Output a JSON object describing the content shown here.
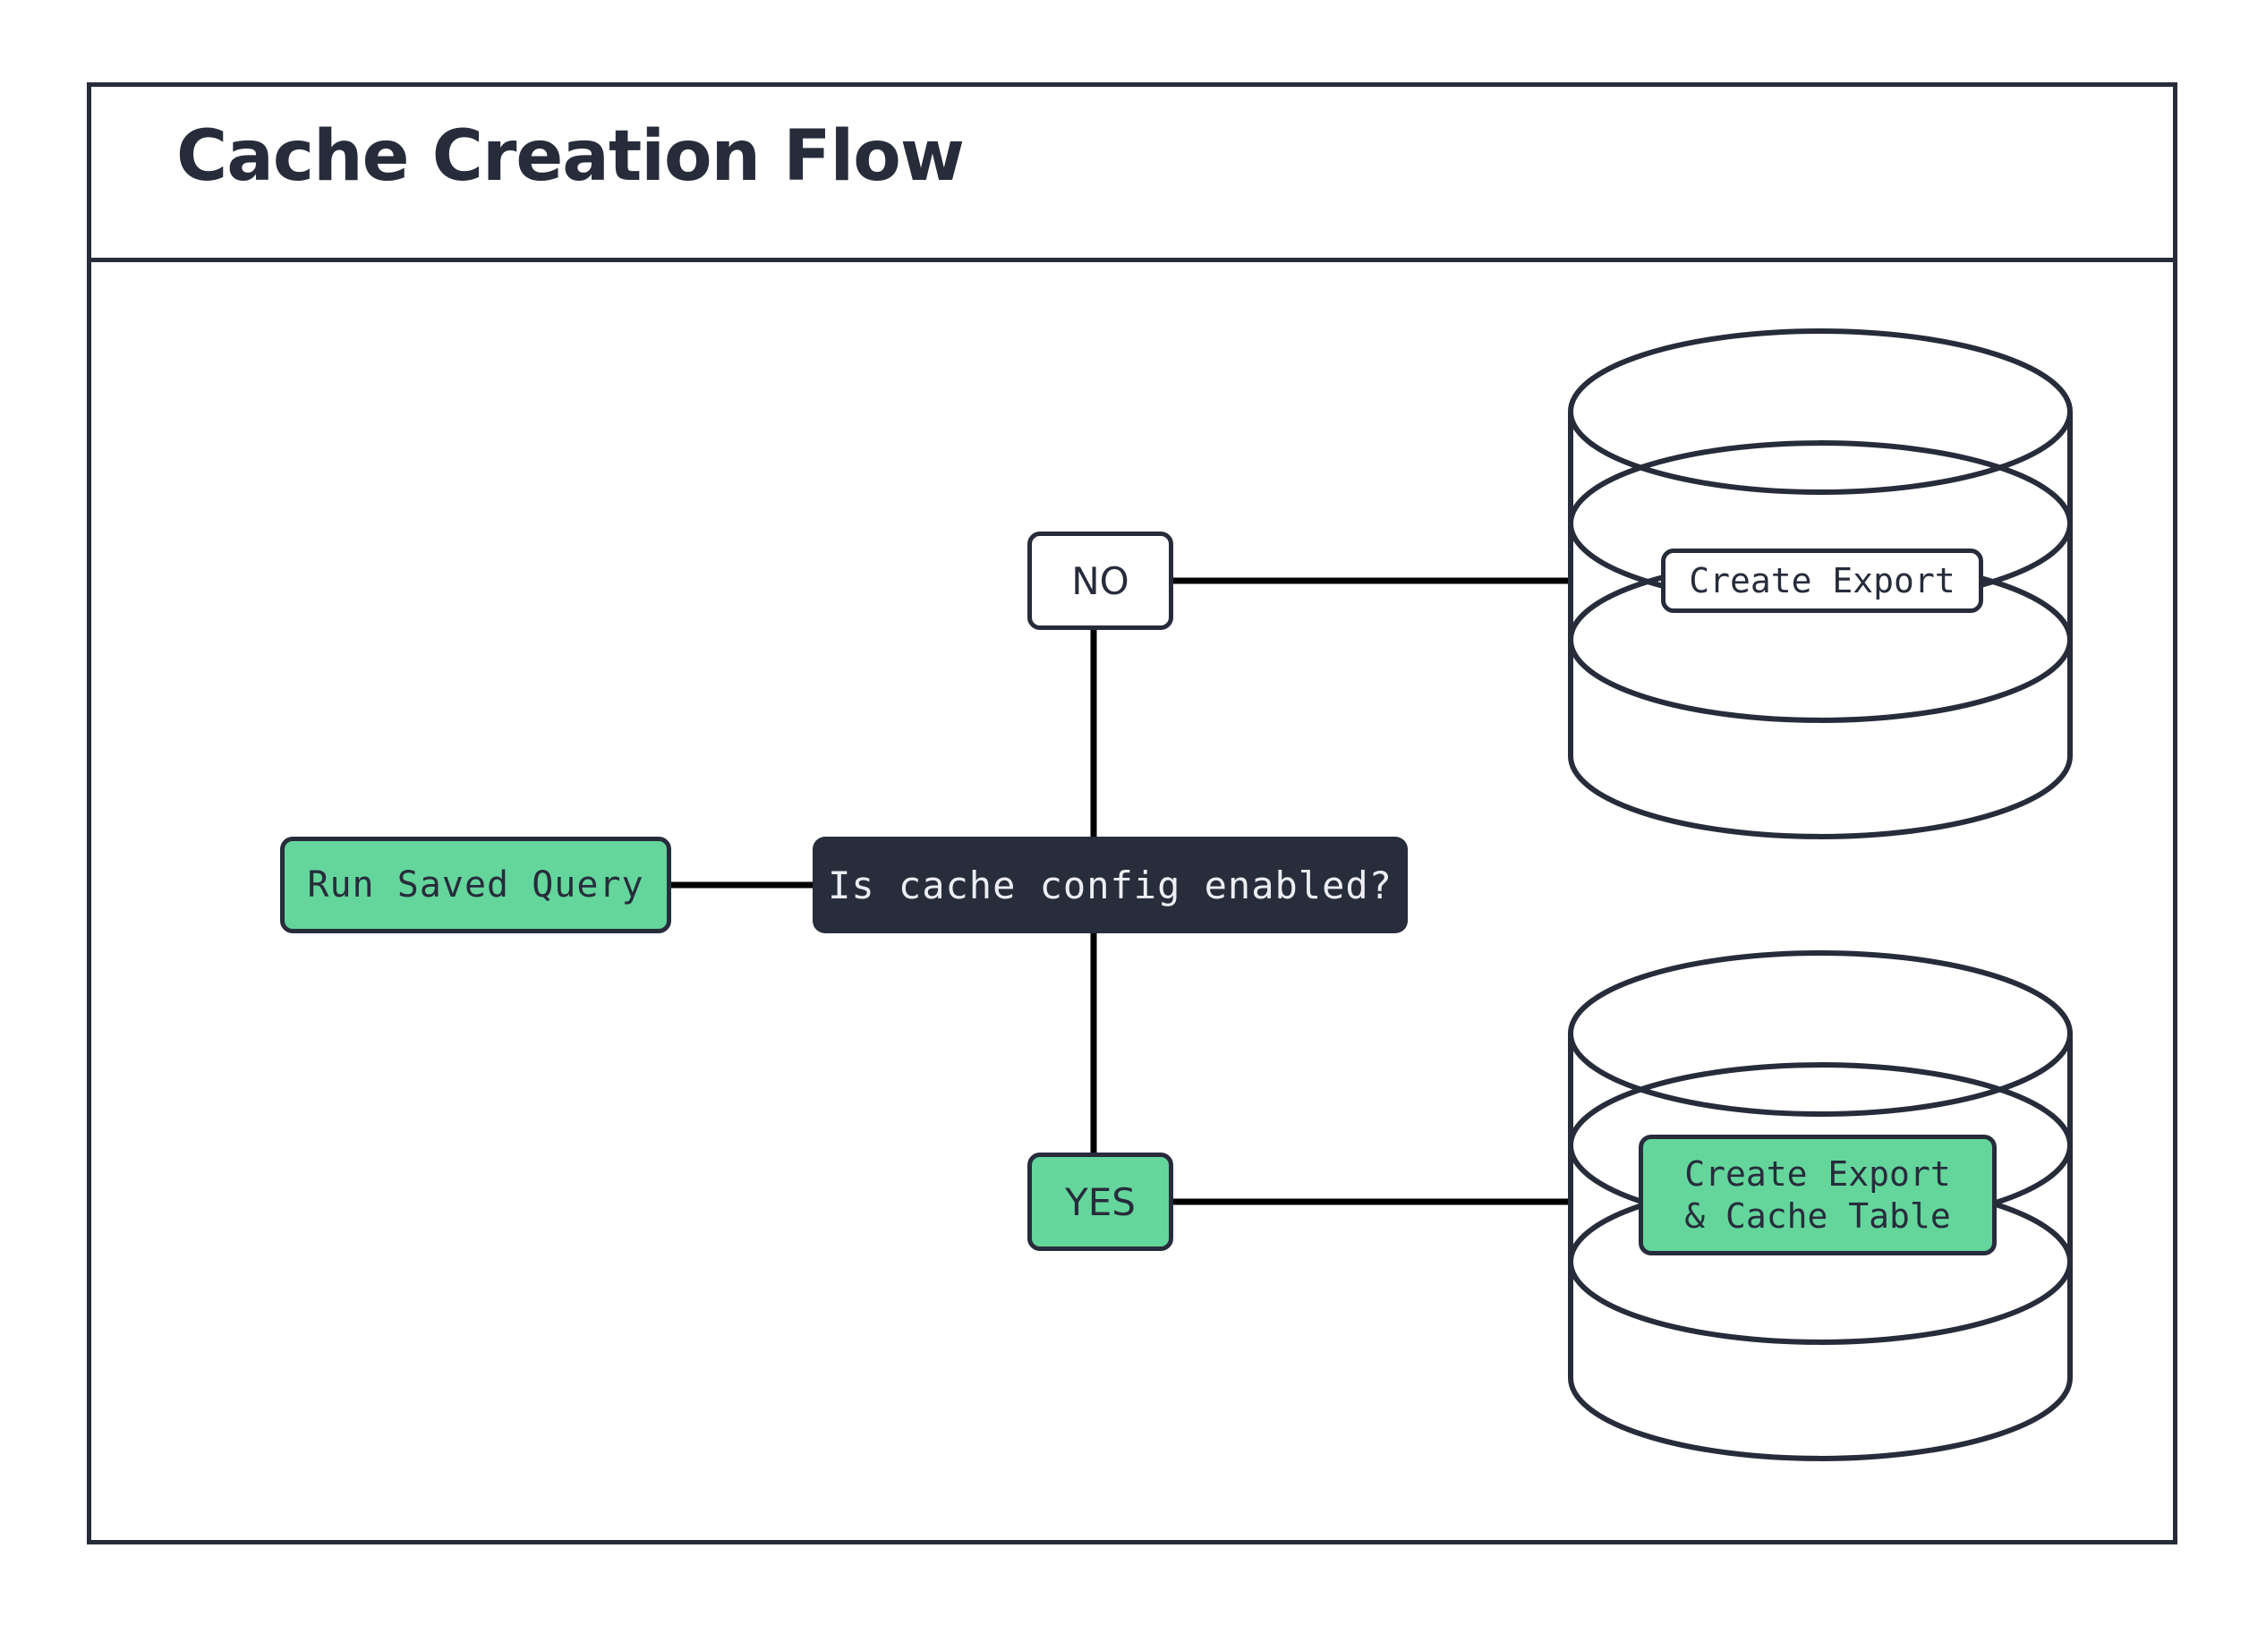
{
  "page": {
    "background": "#ffffff",
    "frame_border_color": "#272c3b",
    "accent_green": "#64d69c",
    "dark_navy": "#282d3c",
    "connector_color": "#000000"
  },
  "header": {
    "title": "Cache Creation Flow"
  },
  "diagram": {
    "type": "flowchart",
    "nodes": [
      {
        "id": "run-saved-query",
        "label": "Run Saved Query",
        "shape": "rounded-rect",
        "fill": "#64d69c",
        "text_color": "#272c3b"
      },
      {
        "id": "decision",
        "label": "Is cache config enabled?",
        "shape": "rounded-rect",
        "fill": "#282d3c",
        "text_color": "#eceef3"
      },
      {
        "id": "edge-label-no",
        "label": "NO",
        "shape": "rounded-rect",
        "fill": "#ffffff",
        "text_color": "#272c3b"
      },
      {
        "id": "edge-label-yes",
        "label": "YES",
        "shape": "rounded-rect",
        "fill": "#64d69c",
        "text_color": "#272c3b"
      },
      {
        "id": "database-top",
        "label": "Create Export",
        "shape": "database-cylinder",
        "fill": "#ffffff",
        "text_color": "#272c3b"
      },
      {
        "id": "database-bottom",
        "label": "Create Export\n& Cache Table",
        "shape": "database-cylinder",
        "fill": "#64d69c",
        "text_color": "#272c3b"
      }
    ],
    "edges": [
      {
        "from": "run-saved-query",
        "to": "decision",
        "label": ""
      },
      {
        "from": "decision",
        "to": "edge-label-no",
        "label": "NO"
      },
      {
        "from": "edge-label-no",
        "to": "database-top",
        "label": ""
      },
      {
        "from": "decision",
        "to": "edge-label-yes",
        "label": "YES"
      },
      {
        "from": "edge-label-yes",
        "to": "database-bottom",
        "label": ""
      }
    ]
  }
}
